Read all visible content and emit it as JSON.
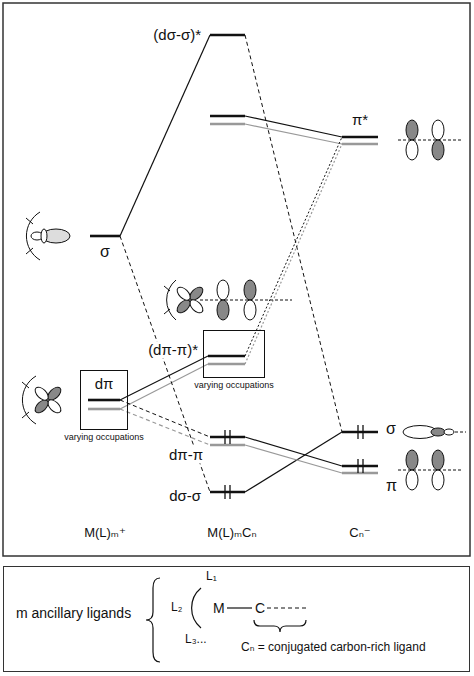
{
  "diagram": {
    "nodes": [
      {
        "text": [
          "dπ",
          "varying occupations"
        ]
      },
      {
        "text": [
          "varying occupations"
        ]
      },
      {
        "text": [
          "m ancillary ligands",
          "L₁",
          "L₂",
          "L₃...",
          "M",
          "C",
          "Cₙ = conjugated carbon-rich ligand"
        ]
      }
    ],
    "edges": [
      {
        "from": 0,
        "to": 1,
        "arrow": "none"
      }
    ],
    "labels": [
      "(dσ-σ)*",
      "σ",
      "π*",
      "(dπ-π)*",
      "dπ-π",
      "dσ-σ",
      "σ",
      "π",
      "M(L)ₘ⁺",
      "M(L)ₘCₙ",
      "Cₙ⁻"
    ]
  }
}
